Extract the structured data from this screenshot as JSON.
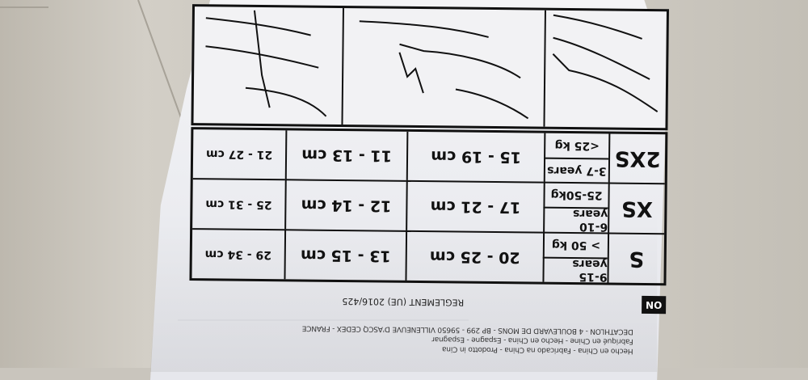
{
  "header": {
    "lines": [
      "Hecho en China - Fabricado na China - Prodotto in Cina",
      "Fabriqué en Chine - Hecho en China - Espagne - Espagnar",
      "DECATHLON - 4 BOULEVARD DE MONS - BP 299 - 59650 VILLENEUVE D'ASCQ CEDEX - FRANCE"
    ],
    "brand": "ON",
    "regulation": "REGLEMENT (UE) 2016/425"
  },
  "size_table": {
    "rows": [
      {
        "size": "S",
        "age": "9-15 years",
        "weight": "> 50 kg",
        "cells": [
          "20 - 25 cm",
          "13 - 15 cm",
          "29 - 34 cm"
        ]
      },
      {
        "size": "XS",
        "age": "6-10 years",
        "weight": "25-50kg",
        "cells": [
          "17 - 21 cm",
          "12 - 14 cm",
          "25 - 31 cm"
        ]
      },
      {
        "size": "2XS",
        "age": "3-7 years",
        "weight": "<25 kg",
        "cells": [
          "15 - 19 cm",
          "11 - 13 cm",
          "21 - 27 cm"
        ]
      }
    ]
  },
  "colors": {
    "ink": "#111111",
    "bag": "#eceef2",
    "floor": "#c9c5bd"
  }
}
